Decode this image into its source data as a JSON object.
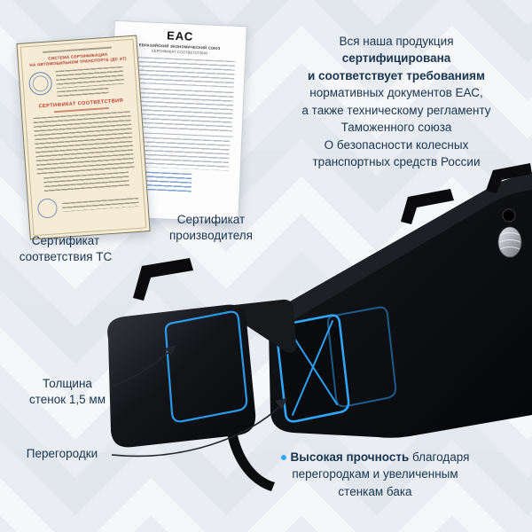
{
  "colors": {
    "background": "#eaedf2",
    "text_navy": "#18344f",
    "accent_blue": "#2ea9ff",
    "cert_cream": "#f6ecd6",
    "cert_red": "#c0392b"
  },
  "headline": {
    "lines": [
      {
        "text": "Вся наша продукция",
        "bold": false
      },
      {
        "text": "сертифицирована",
        "bold": true
      },
      {
        "text": "и соответствует требованиям",
        "bold": true
      },
      {
        "text": "нормативных документов ЕАС,",
        "bold": false
      },
      {
        "text": "а также техническому регламенту",
        "bold": false
      },
      {
        "text": "Таможенного союза",
        "bold": false
      },
      {
        "text": "О безопасности колесных",
        "bold": false
      },
      {
        "text": "транспортных средств России",
        "bold": false
      }
    ]
  },
  "certificates": {
    "cream": {
      "system_line1": "СИСТЕМА СЕРТИФИКАЦИИ",
      "system_line2": "НА АВТОМОБИЛЬНОМ ТРАНСПОРТЕ (ДС АТ)",
      "title": "СЕРТИФИКАТ  СООТВЕТСТВИЯ",
      "caption_line1": "Сертификат",
      "caption_line2": "соответствия ТС"
    },
    "white": {
      "eac_logo": "ЕАС",
      "header": "ЕВРАЗИЙСКИЙ ЭКОНОМИЧЕСКИЙ СОЮЗ",
      "subheader": "СЕРТИФИКАТ СООТВЕТСТВИЯ",
      "caption_line1": "Сертификат",
      "caption_line2": "производителя"
    }
  },
  "callouts": {
    "thickness_line1": "Толщина",
    "thickness_line2": "стенок 1,5 мм",
    "baffles": "Перегородки"
  },
  "benefit": {
    "bold": "Высокая прочность",
    "after": "благодаря",
    "line2": "перегородкам и увеличенным",
    "line3": "стенкам бака"
  }
}
